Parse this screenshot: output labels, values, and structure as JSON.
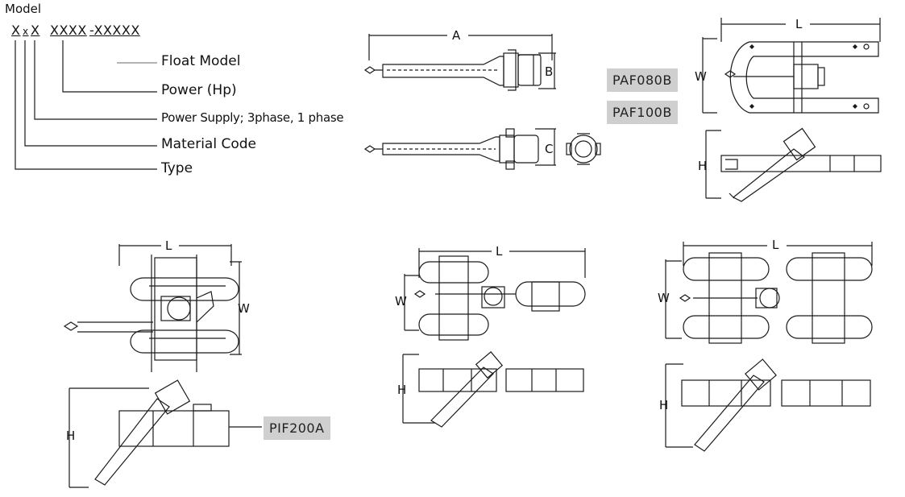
{
  "model_label": "Model",
  "model_code": {
    "c1": "X",
    "c2": "x",
    "c3": "X",
    "c4": "XXXX",
    "c5": "-XXXXX"
  },
  "legend": {
    "float_model": "Float Model",
    "power": "Power (Hp)",
    "power_supply": "Power Supply; 3phase, 1 phase",
    "material_code": "Material Code",
    "type": "Type"
  },
  "models": {
    "paf080b": "PAF080B",
    "paf100b": "PAF100B",
    "pif200a": "PIF200A"
  },
  "dims": {
    "a": "A",
    "b": "B",
    "c": "C",
    "l1": "L",
    "w1": "W",
    "h1": "H",
    "l2": "L",
    "w2": "W",
    "h2": "H",
    "l3": "L",
    "w3": "W",
    "h3": "H",
    "l4": "L",
    "w4": "W",
    "h4": "H"
  },
  "colors": {
    "line": "#1a1a1a",
    "badge_bg": "#cfcfcf"
  }
}
